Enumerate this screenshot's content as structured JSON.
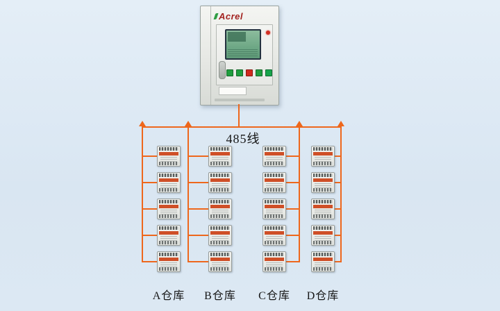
{
  "title": "Acrel 485-bus warehouse energy monitoring diagram",
  "colors": {
    "wire": "#ee671c",
    "background": "#dce8f3",
    "device_stripe": "#cf4f27",
    "screen": "#6ea886"
  },
  "cabinet": {
    "brand": "Acrel",
    "button_colors": [
      "#1f9e3e",
      "#1f9e3e",
      "#d02a1e",
      "#1f9e3e",
      "#17a44b"
    ]
  },
  "bus": {
    "label": "485线"
  },
  "columns": [
    {
      "id": "a",
      "label": "A仓库",
      "device_count": 5
    },
    {
      "id": "b",
      "label": "B仓库",
      "device_count": 5
    },
    {
      "id": "c",
      "label": "C仓库",
      "device_count": 5
    },
    {
      "id": "d",
      "label": "D仓库",
      "device_count": 5
    }
  ]
}
